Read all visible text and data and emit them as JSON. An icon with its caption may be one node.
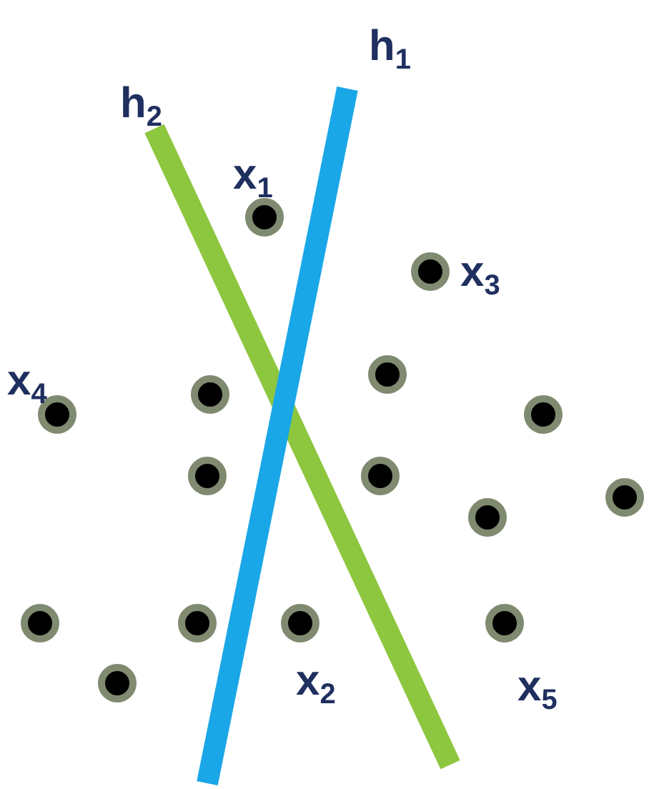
{
  "diagram": {
    "labels": [
      "h$_{2}$",
      "h$_{1}$",
      "x$_{1}$",
      "x$_{3}$",
      "x$_{4}$",
      "x$_{2}$",
      "x$_{5}$"
    ]
  }
}
